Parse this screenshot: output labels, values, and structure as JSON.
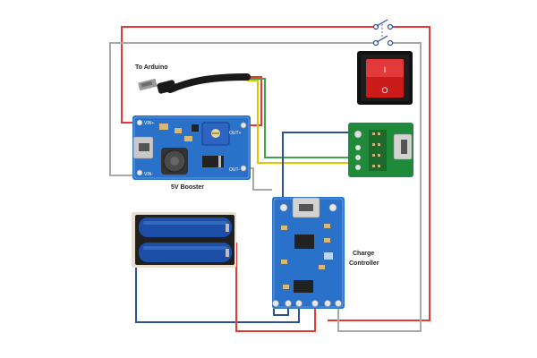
{
  "labels": {
    "to_arduino": "To Arduino",
    "booster": "5V Booster",
    "charge_line1": "Charge",
    "charge_line2": "Controller"
  },
  "silkscreen": {
    "vin_plus": "VIN+",
    "vin_minus": "VIN-",
    "out_plus": "OUT+",
    "out_minus": "OUT-",
    "switch_on": "I",
    "switch_off": "O"
  },
  "colors": {
    "wire_red": "#e53935",
    "wire_blue": "#2e4f99",
    "wire_gray": "#a8a8a8",
    "wire_yellow": "#e6c200",
    "wire_green": "#3fa34d",
    "pcb_blue": "#2a72c9",
    "pcb_green": "#1f8a3a",
    "battery_blue": "#1d4fa8",
    "switch_red": "#cc1b1b"
  }
}
